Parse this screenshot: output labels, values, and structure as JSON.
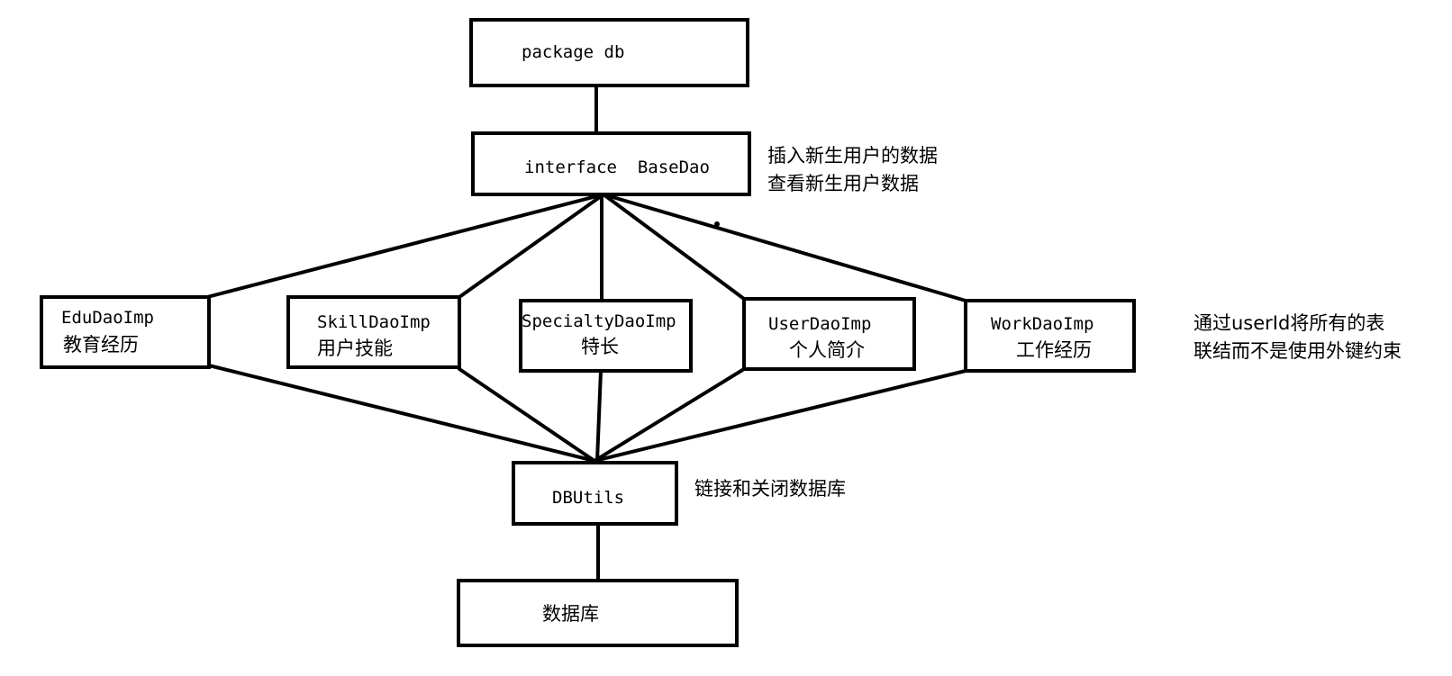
{
  "nodes": {
    "package": {
      "label": "package db"
    },
    "basedao": {
      "label": "interface  BaseDao"
    },
    "edu": {
      "label": "EduDaoImp",
      "sub": "教育经历"
    },
    "skill": {
      "label": "SkillDaoImp",
      "sub": "用户技能"
    },
    "specialty": {
      "label": "SpecialtyDaoImp",
      "sub": "特长"
    },
    "user": {
      "label": "UserDaoImp",
      "sub": "个人简介"
    },
    "work": {
      "label": "WorkDaoImp",
      "sub": "工作经历"
    },
    "dbutils": {
      "label": "DBUtils"
    },
    "database": {
      "label": "数据库"
    }
  },
  "notes": {
    "basedao_line1": "插入新生用户的数据",
    "basedao_line2": "查看新生用户数据",
    "work_line1": "通过userId将所有的表",
    "work_line2": "联结而不是使用外键约束",
    "dbutils": "链接和关闭数据库"
  },
  "colors": {
    "stroke": "#000000",
    "background": "#ffffff"
  }
}
